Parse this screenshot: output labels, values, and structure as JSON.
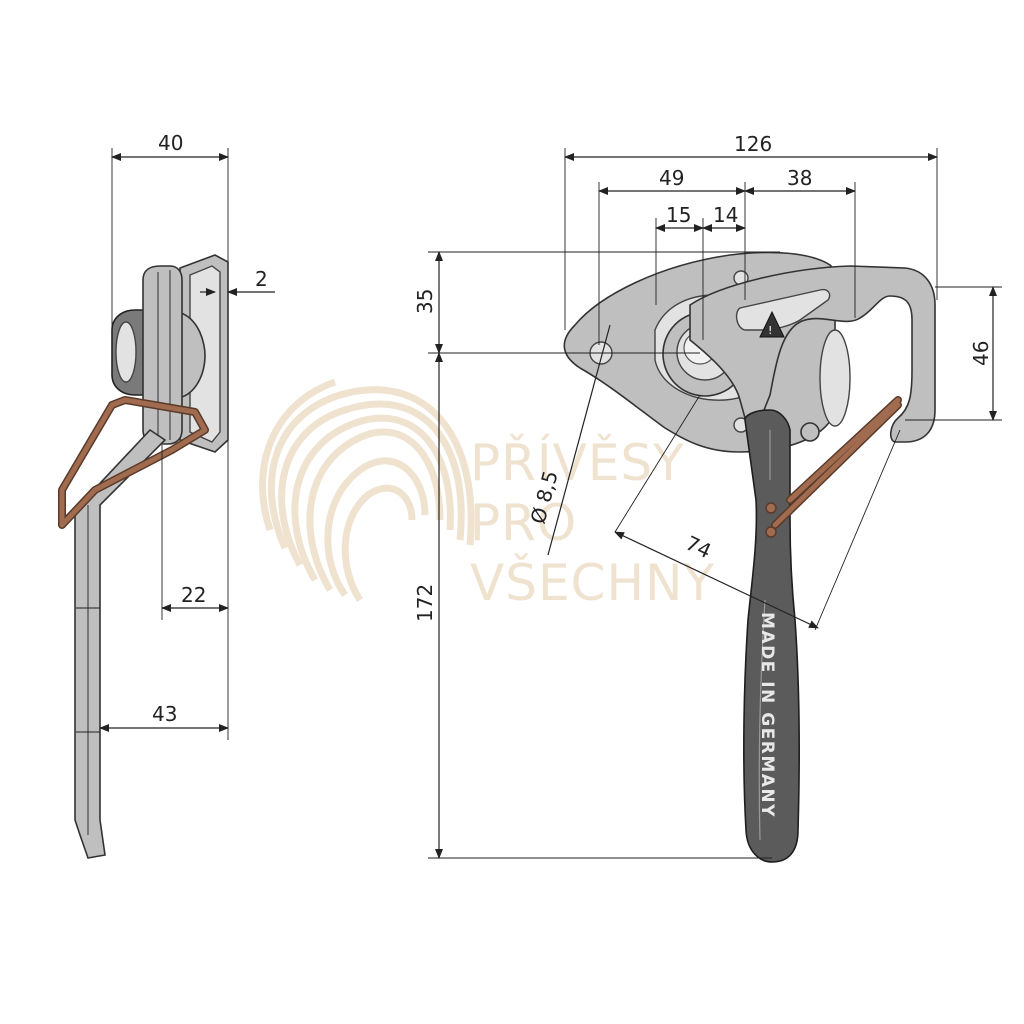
{
  "dimensions": {
    "side_width": "40",
    "side_thickness": "2",
    "side_offset": "22",
    "side_depth": "43",
    "total_width": "126",
    "hole_offset": "49",
    "hook_offset": "38",
    "inner_left": "15",
    "inner_right": "14",
    "top_height": "35",
    "hook_height": "46",
    "total_height": "172",
    "diag_length": "74",
    "diameter": "Ø 8,5"
  },
  "stamp": "MADE IN GERMANY",
  "watermark": {
    "line1": "PŘÍVĚSY",
    "line2": "PRO",
    "line3": "VŠECHNY"
  },
  "colors": {
    "metal": "#bfbfbf",
    "handle": "#5b5b5b",
    "wire": "#a06b4e",
    "watermark": "#ead9bf"
  }
}
